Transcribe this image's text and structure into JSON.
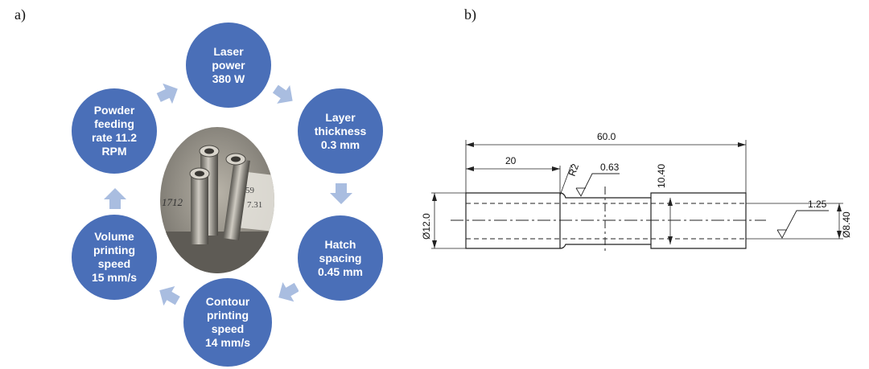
{
  "panels": {
    "a": "a)",
    "b": "b)"
  },
  "parameters": [
    {
      "lines": [
        "Laser",
        "power",
        "380 W"
      ]
    },
    {
      "lines": [
        "Layer",
        "thickness",
        "0.3 mm"
      ]
    },
    {
      "lines": [
        "Hatch",
        "spacing",
        "0.45 mm"
      ]
    },
    {
      "lines": [
        "Contour",
        "printing",
        "speed",
        "14 mm/s"
      ]
    },
    {
      "lines": [
        "Volume",
        "printing",
        "speed",
        "15 mm/s"
      ]
    },
    {
      "lines": [
        "Powder",
        "feeding",
        "rate 11.2",
        "RPM"
      ]
    }
  ],
  "drawing": {
    "overall_length": "60.0",
    "shoulder_length": "20",
    "radius": "R2",
    "roughness_left": "0.63",
    "neck_dim": "10.40",
    "outer_diameter": "Ø12.0",
    "roughness_right": "1.25",
    "inner_diameter": "Ø8.40"
  },
  "photo_handwriting": [
    "1712",
    "59",
    "7.31"
  ],
  "colors": {
    "circle": "#4a6fb8",
    "arrow": "#a9bde0"
  }
}
